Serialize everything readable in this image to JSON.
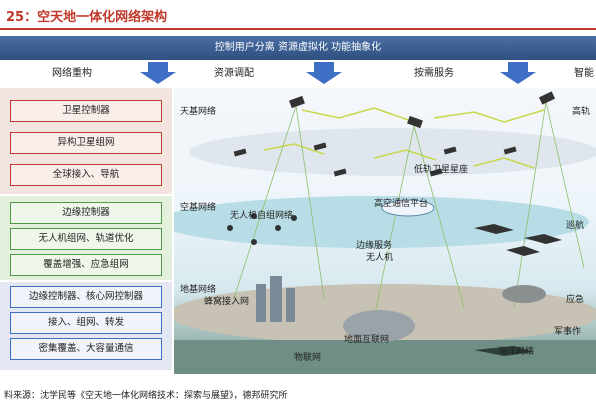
{
  "figure_title": "25：空天地一体化网络架构",
  "banner": "控制用户分离  资源虚拟化  功能抽象化",
  "headers": [
    "网络重构",
    "资源调配",
    "按需服务",
    "智能"
  ],
  "left_groups": [
    [
      "卫星控制器",
      "异构卫星组网",
      "全球接入、导航"
    ],
    [
      "边缘控制器",
      "无人机组网、轨道优化",
      "覆盖增强、应急组网"
    ],
    [
      "边缘控制器、核心网控制器",
      "接入、组网、转发",
      "密集覆盖、大容量通信"
    ]
  ],
  "layers": {
    "space": "天基网络",
    "air": "空基网络",
    "ground": "地基网络"
  },
  "labels": {
    "high_orbit": "高轨",
    "leo": "低轨卫星星座",
    "uav_group": "无人机自组网络",
    "hap": "高空通信平台",
    "edge_service": "边缘服务",
    "uav": "无人机",
    "cruise": "巡航",
    "cellular": "蜂窝接入网",
    "emergency": "应急",
    "military": "军事作",
    "terrestrial_internet": "地面互联网",
    "ocean": "海洋网络",
    "iot": "物联网"
  },
  "source": "料来源：沈学民等《空天地一体化网络技术：探索与展望》，德邦研究所"
}
